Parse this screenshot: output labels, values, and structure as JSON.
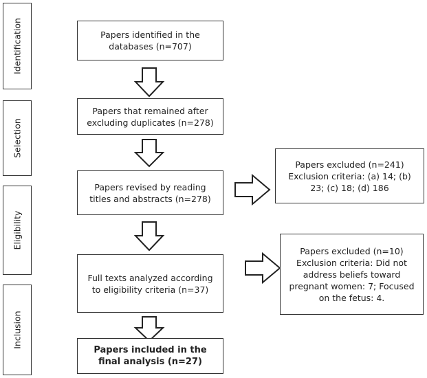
{
  "stages": [
    "Identification",
    "Selection",
    "Eligibility",
    "Inclusion"
  ],
  "boxes": {
    "identified": "Papers identified in the databases (n=707)",
    "remained": "Papers that remained after excluding duplicates (n=278)",
    "revised": "Papers revised by reading titles and abstracts (n=278)",
    "fulltext": "Full texts analyzed according to eligibility criteria (n=37)",
    "included": "Papers included in the final analysis (n=27)"
  },
  "excluded": {
    "first": "Papers excluded (n=241) Exclusion criteria: (a) 14; (b) 23; (c) 18; (d) 186",
    "second": "Papers excluded (n=10) Exclusion criteria: Did not address beliefs toward pregnant women: 7; Focused on the fetus: 4."
  }
}
